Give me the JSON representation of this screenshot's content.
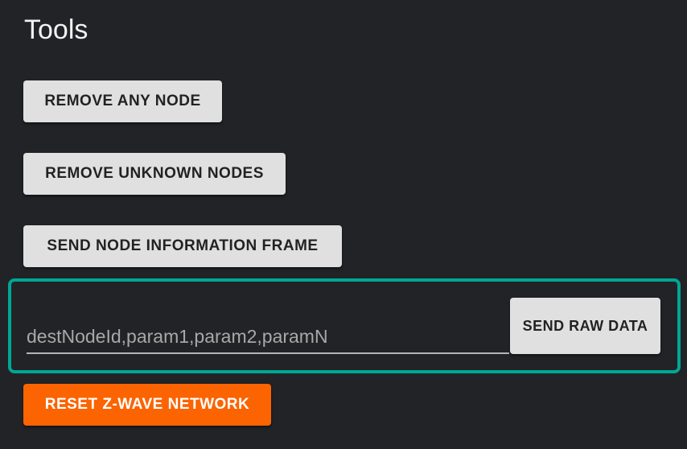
{
  "title": "Tools",
  "buttons": {
    "remove_any": "REMOVE ANY NODE",
    "remove_unknown": "REMOVE UNKNOWN NODES",
    "send_nif": "SEND NODE INFORMATION FRAME",
    "send_raw": "SEND RAW DATA",
    "reset": "RESET Z-WAVE NETWORK"
  },
  "raw_input": {
    "placeholder": "destNodeId,param1,param2,paramN",
    "value": ""
  },
  "colors": {
    "background": "#222327",
    "accent": "#00a693",
    "danger": "#fb6400",
    "button": "#e0e0e0"
  }
}
